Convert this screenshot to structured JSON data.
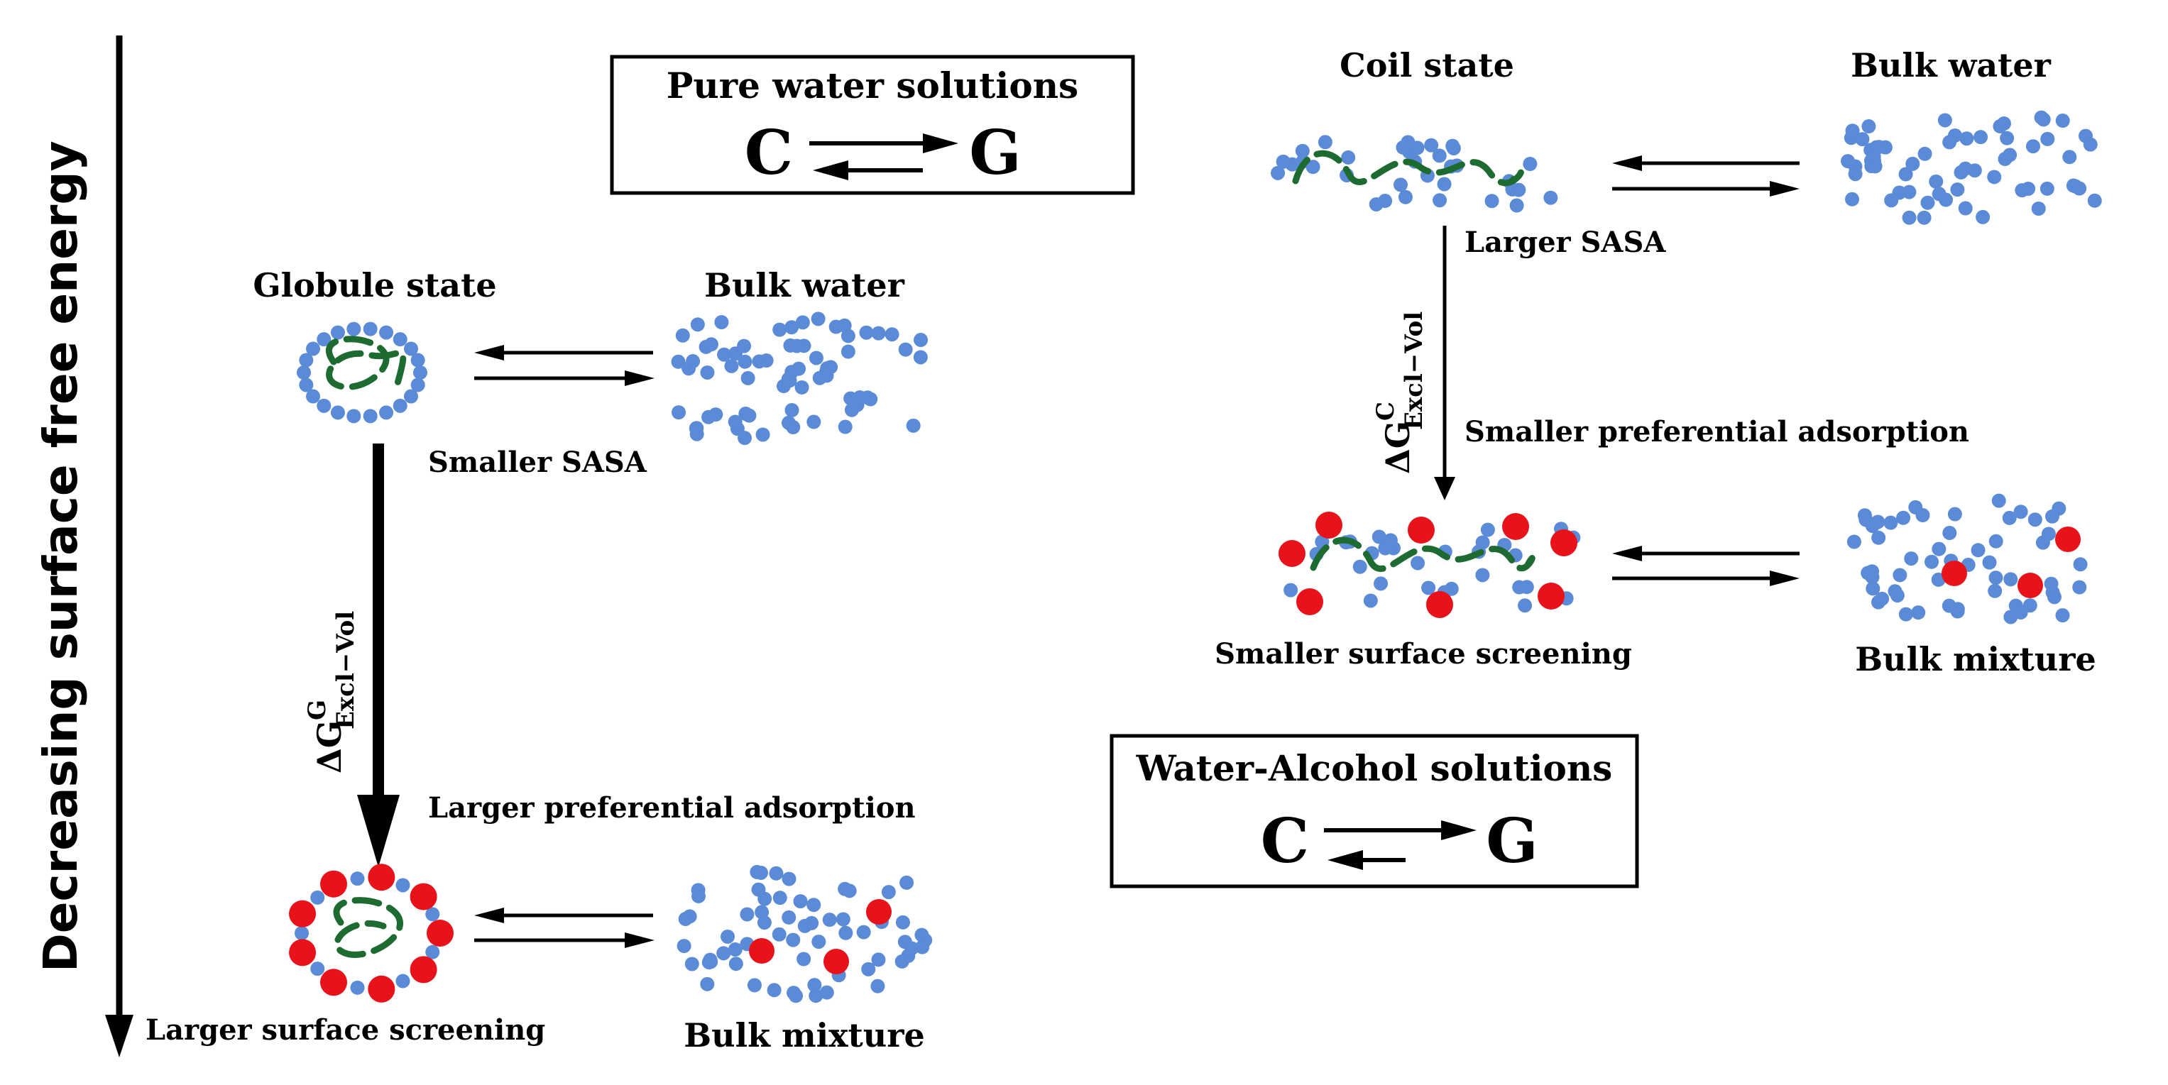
{
  "colors": {
    "water": "#5b8bd6",
    "alcohol": "#e8121a",
    "polymer": "#1e6b32",
    "ink": "#000000"
  },
  "axis": {
    "label": "Decreasing surface free energy"
  },
  "boxes": {
    "pure": {
      "title": "Pure water solutions",
      "left": "C",
      "right": "G"
    },
    "mixed": {
      "title": "Water-Alcohol solutions",
      "left": "C",
      "right": "G"
    }
  },
  "globule": {
    "state_label": "Globule state",
    "bulk_label": "Bulk water",
    "sasa_label": "Smaller SASA",
    "delta_symbol": "ΔG",
    "delta_sup": "G",
    "delta_sub": "Excl−Vol",
    "adsorption_label": "Larger preferential adsorption",
    "screening_label": "Larger surface screening",
    "mixture_label": "Bulk mixture"
  },
  "coil": {
    "state_label": "Coil state",
    "bulk_label": "Bulk water",
    "sasa_label": "Larger SASA",
    "delta_symbol": "ΔG",
    "delta_sup": "C",
    "delta_sub": "Excl−Vol",
    "adsorption_label": "Smaller preferential adsorption",
    "screening_label": "Smaller surface screening",
    "mixture_label": "Bulk mixture"
  }
}
